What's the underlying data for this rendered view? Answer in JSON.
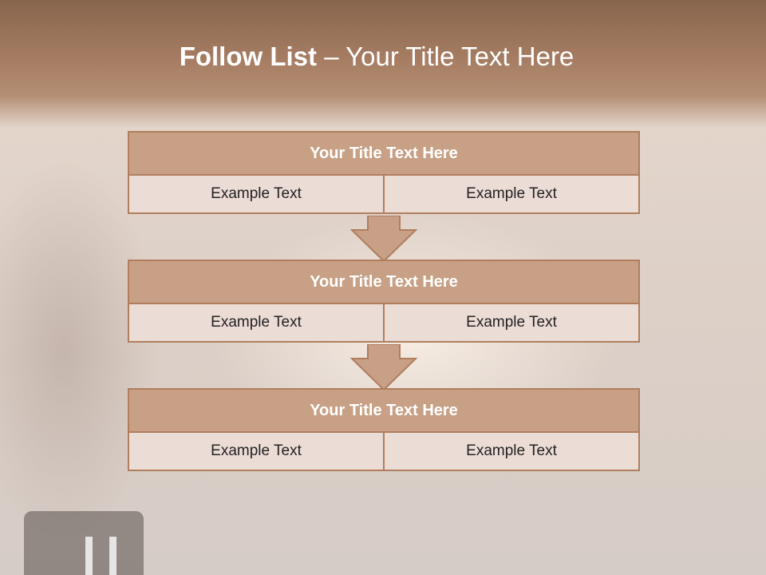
{
  "slide": {
    "title_bold": "Follow List",
    "title_rest": " – Your Title Text Here"
  },
  "boxes": [
    {
      "title": "Your Title Text Here",
      "left": "Example Text",
      "right": "Example Text"
    },
    {
      "title": "Your Title Text Here",
      "left": "Example Text",
      "right": "Example Text"
    },
    {
      "title": "Your Title Text Here",
      "left": "Example Text",
      "right": "Example Text"
    }
  ],
  "colors": {
    "header_fill": "#c7a085",
    "border": "#b07e5e",
    "cell_fill": "#ecdcd6",
    "banner": "#a57c62"
  }
}
